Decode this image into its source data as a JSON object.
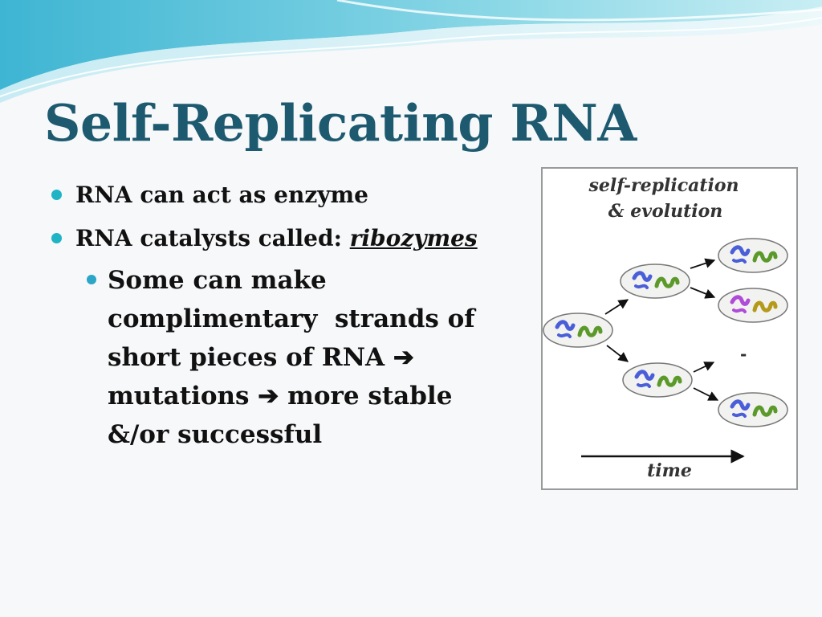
{
  "slide": {
    "title": "Self-Replicating RNA",
    "bullets": [
      {
        "parts": [
          "RNA can act as enzyme"
        ]
      },
      {
        "parts": [
          "RNA catalysts called",
          ": ",
          "ribozymes"
        ]
      }
    ],
    "sub_bullet": {
      "lines": [
        "Some can make",
        "complimentary  strands of",
        "short pieces of RNA ➔",
        "mutations ➔ more stable",
        "&/or successful"
      ]
    }
  },
  "figure": {
    "heading_line1": "self-replication",
    "heading_line2": "& evolution",
    "dash": "-",
    "axis_label": "time"
  },
  "colors": {
    "title": "#1d5a70",
    "bullet_dot": "#1fb3c6",
    "strand_blue": "#4a5ed8",
    "strand_green": "#5b9a2a",
    "strand_purple": "#b04ad8",
    "strand_yellow": "#b59a1a"
  }
}
